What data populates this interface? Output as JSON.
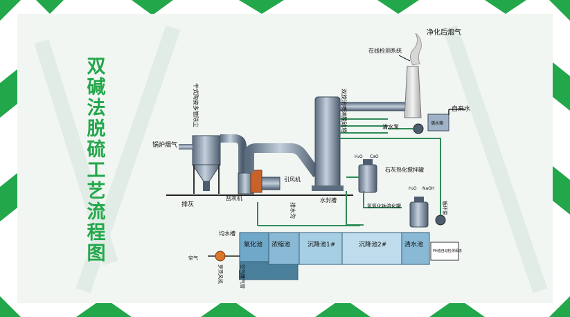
{
  "title": "双碱法脱硫工艺流程图",
  "labels": {
    "clean_gas": "净化后烟气",
    "online_monitor": "在线检测系统",
    "tower": "双旋流喷淋脱硫塔",
    "dust_collector": "干式陶瓷多管除尘",
    "boiler_gas": "锅炉烟气",
    "induced_fan": "引风机",
    "ash_out": "排灰",
    "scraper": "刮灰机",
    "tap_water": "自来水",
    "water_tank": "储水箱",
    "clean_pump": "清水泵",
    "lime_tank": "石灰熟化搅拌罐",
    "h2o_1": "H₂O",
    "cao": "CaO",
    "h2o_2": "H₂O",
    "naoh": "NaOH",
    "circ_pump": "循环泵",
    "naoh_tank": "氢氧化钠溶化罐",
    "water_seal": "水封槽",
    "drain": "排水沟",
    "uniform_tank": "均水槽",
    "air": "空气",
    "roots_fan": "罗茨风机",
    "aeration": "空气曝气管",
    "pool_oxidation": "氧化池",
    "pool_thicken": "浓缩池",
    "pool_settle1": "沉降池1#",
    "pool_settle2": "沉降池2#",
    "pool_clear": "清水池",
    "ph_system": "PH值自动检测系统"
  },
  "colors": {
    "green": "#22a74a",
    "pipe_green": "#2e8b57",
    "steel": "#8a9bb0",
    "pool": "#6fa8c8"
  }
}
